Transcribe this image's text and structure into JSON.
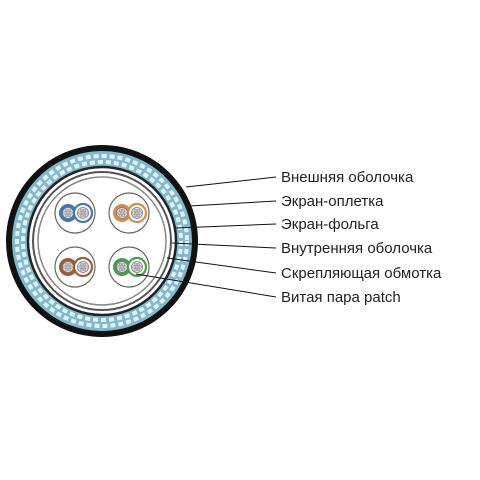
{
  "labels": {
    "outer_sheath": "Внешняя оболочка",
    "braid_shield": "Экран-оплетка",
    "foil_shield": "Экран-фольга",
    "inner_sheath": "Внутренняя оболочка",
    "binding_tape": "Скрепляющая обмотка",
    "twisted_pair": "Витая пара patch"
  },
  "colors": {
    "outer_sheath": "#111111",
    "braid_blue": "#7fb9cf",
    "braid_light": "#d9ecf2",
    "blue_pair": "#3f78b5",
    "orange_pair": "#d98a4c",
    "brown_pair": "#a45a36",
    "green_pair": "#4aa04a",
    "pair_outline": "#666666",
    "leader_line": "#111111"
  }
}
